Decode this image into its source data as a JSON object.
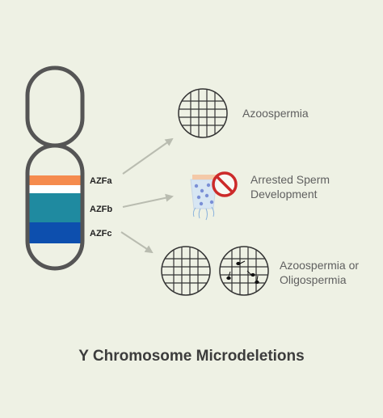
{
  "title": "Y Chromosome Microdeletions",
  "regions": [
    {
      "label": "AZFa",
      "color": "#f58b4e"
    },
    {
      "label": "AZFb",
      "color": "#1f8aa0"
    },
    {
      "label": "AZFc",
      "color": "#0d4fae"
    }
  ],
  "outcomes": [
    {
      "line1": "Azoospermia",
      "line2": ""
    },
    {
      "line1": "Arrested Sperm",
      "line2": "Development"
    },
    {
      "line1": "Azoospermia or",
      "line2": "Oligospermia"
    }
  ],
  "icons": [
    "empty-grid-icon",
    "sperm-cells-icon",
    "prohibited-icon",
    "sperm-grid-icon"
  ]
}
